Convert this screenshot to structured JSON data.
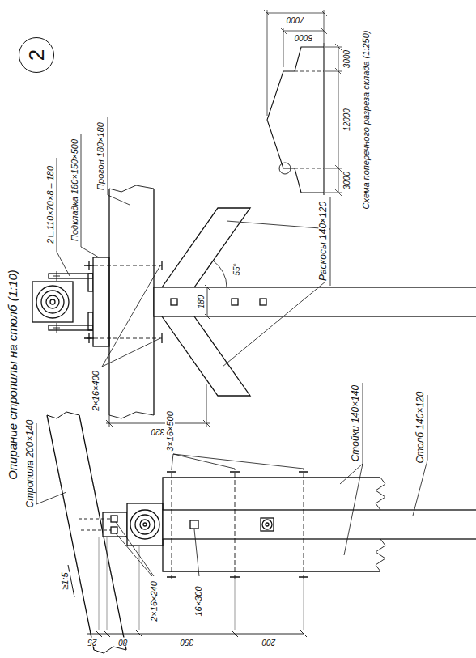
{
  "diagram": {
    "title": "Опирание стропилы на столб (1:10)",
    "nodes": [
      {
        "text": [
          "2"
        ]
      }
    ],
    "labels": [
      "Стропила 200×140",
      "≥1:5",
      "2×16×240",
      "16×300",
      "3×16×500",
      "Стойки 140×140",
      "Столб 140×120",
      "25",
      "80",
      "350",
      "200",
      "2∟110×70×8 – 180",
      "Подкладка 180×150×500",
      "Прогон 180×180",
      "2×16×400",
      "320",
      "180",
      "55°",
      "Раскосы 140×120",
      "Схема поперечного разреза склада (1:250)",
      "7000",
      "5000",
      "3000",
      "12000",
      "3000"
    ]
  }
}
